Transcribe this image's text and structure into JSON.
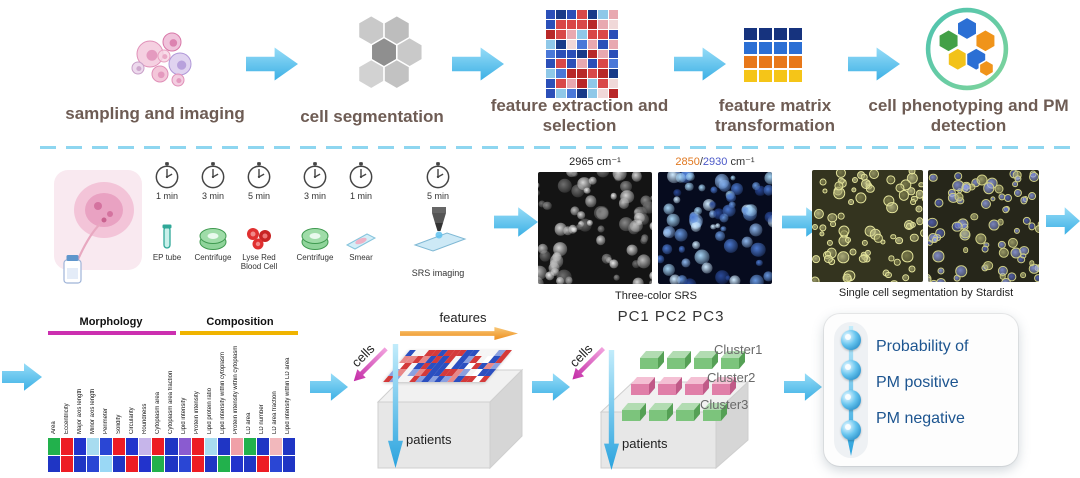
{
  "top": {
    "stages": [
      {
        "label": "sampling and imaging"
      },
      {
        "label": "cell segmentation"
      },
      {
        "label": "feature extraction and selection"
      },
      {
        "label": "feature matrix transformation"
      },
      {
        "label": "cell phenotyping and PM detection"
      }
    ]
  },
  "prep": {
    "steps": [
      {
        "time": "1 min",
        "label": "EP tube"
      },
      {
        "time": "3 min",
        "label": "Centrifuge"
      },
      {
        "time": "5 min",
        "label": "Lyse Red Blood Cell"
      },
      {
        "time": "3 min",
        "label": "Centrifuge"
      },
      {
        "time": "1 min",
        "label": "Smear"
      }
    ],
    "imaging": {
      "time": "5 min",
      "label": "SRS imaging"
    }
  },
  "srs": {
    "label_gray": "2965 cm⁻¹",
    "label_color_a": "2850",
    "label_color_sep": "/",
    "label_color_b": "2930",
    "label_color_unit": " cm⁻¹",
    "caption": "Three-color SRS",
    "img_gray": {
      "bg": "#141414",
      "palette": [
        "#ededed",
        "#bdbdbd",
        "#8a8a8a",
        "#d6d6d6",
        "#6f6f6f"
      ],
      "n": 72,
      "rmin": 5,
      "rmax": 15,
      "seed": 7
    },
    "img_color": {
      "bg": "#060b1e",
      "palette": [
        "#a6d4f5",
        "#4a78d0",
        "#2a4a9a",
        "#cfeaff",
        "#6898e0",
        "#8fb8ee"
      ],
      "n": 72,
      "rmin": 5,
      "rmax": 15,
      "seed": 21
    }
  },
  "segmentation": {
    "caption": "Single cell segmentation by Stardist",
    "img_a": {
      "bg": "#34341f",
      "palette": [
        "#c9c98f",
        "#a8a870",
        "#8b8b55"
      ],
      "n": 85,
      "rmin": 5,
      "rmax": 12,
      "seed": 33,
      "ring": "#e3e39a"
    },
    "img_b": {
      "bg": "#26261a",
      "palette": [
        "#5a6ac8",
        "#8e9ce8",
        "#b4b478",
        "#9aa8f0"
      ],
      "n": 85,
      "rmin": 5,
      "rmax": 12,
      "seed": 44,
      "ring": "#cfcf85"
    }
  },
  "features": {
    "groups": [
      {
        "name": "Morphology",
        "color": "#cc2fb0"
      },
      {
        "name": "Composition",
        "color": "#f0b400"
      }
    ],
    "labels": [
      "Area",
      "Eccentricity",
      "Major axis length",
      "Minor axis length",
      "Perimeter",
      "Solidity",
      "Circularity",
      "Roundness",
      "Cytoplasm area",
      "Cytoplasm area fraction",
      "Lipid intensity",
      "Protein intensity",
      "Lipid protein ratio",
      "Lipid intensity within cytoplasm",
      "Protein intensity within cytoplasm",
      "LD area",
      "LD number",
      "LD area fraction",
      "Lipid intensity within LD area"
    ],
    "heatmap": {
      "cols": 19,
      "gap": 1,
      "rows": [
        [
          "#22b14c",
          "#ed1c24",
          "#2233cc",
          "#a8dcf0",
          "#2a46d4",
          "#ed1c24",
          "#2233cc",
          "#c6b5ea",
          "#ed1c24",
          "#1f35c4",
          "#8a5bd0",
          "#ed1c24",
          "#a8dcf0",
          "#1f35c4",
          "#f0a0a8",
          "#22b14c",
          "#1f35c4",
          "#f2b8bc",
          "#1f35c4"
        ],
        [
          "#1f35c4",
          "#ed1c24",
          "#1f35c4",
          "#2a46d4",
          "#9ad8f5",
          "#1f35c4",
          "#ed1c24",
          "#2233cc",
          "#22b14c",
          "#1f35c4",
          "#2a46d4",
          "#ed1c24",
          "#1f35c4",
          "#22b14c",
          "#2233cc",
          "#1f35c4",
          "#ed1c24",
          "#2a46d4",
          "#1f35c4"
        ]
      ]
    }
  },
  "matrix": {
    "axis_cells": "cells",
    "axis_features": "features",
    "axis_patients": "patients",
    "plane": {
      "cols": 16,
      "count_rows": 5,
      "gap": 0,
      "seed": 11,
      "palette": [
        "#d43a3a",
        "#2b4fc0",
        "#f5f5f5",
        "#e88888",
        "#8aa0e0",
        "#d43a3a",
        "#2b4fc0",
        "#ffffff"
      ]
    }
  },
  "pca": {
    "header": "PC1 PC2 PC3",
    "axis_cells": "cells",
    "axis_patients": "patients",
    "clusters": [
      "Cluster1",
      "Cluster2",
      "Cluster3"
    ],
    "rows": [
      {
        "color": "green",
        "count": 4
      },
      {
        "color": "pink",
        "count": 4
      },
      {
        "color": "green",
        "count": 4
      }
    ]
  },
  "result": {
    "line1": "Probability of",
    "line2": "PM positive",
    "line3": "PM negative",
    "text_color": "#1d5590"
  },
  "icons": {
    "stage_heatmap": {
      "cols": 7,
      "count_rows": 9,
      "gap": 1,
      "seed": 5,
      "palette": [
        "#d94848",
        "#b82828",
        "#2b4fb8",
        "#8fc8e8",
        "#e8a8b0",
        "#4a78d8",
        "#f0d8d8",
        "#183a88",
        "#d94848",
        "#2b4fb8"
      ]
    },
    "stage_matrix": {
      "cols": 4,
      "gap": 2,
      "rows": [
        [
          "#16337e",
          "#16337e",
          "#16337e",
          "#16337e"
        ],
        [
          "#2b6fd4",
          "#2b6fd4",
          "#2b6fd4",
          "#2b6fd4"
        ],
        [
          "#e8781a",
          "#e8781a",
          "#e8781a",
          "#e8781a"
        ],
        [
          "#f5c518",
          "#f5c518",
          "#f5c518",
          "#f5c518"
        ]
      ]
    },
    "segmentation_hexes": [
      [
        36,
        20,
        16,
        "#c9c9c9"
      ],
      [
        64,
        20,
        16,
        "#bdbdbd"
      ],
      [
        50,
        44,
        16,
        "#8f8f8f"
      ],
      [
        78,
        44,
        16,
        "#c9c9c9"
      ],
      [
        36,
        68,
        16,
        "#d2d2d2"
      ],
      [
        64,
        68,
        16,
        "#c2c2c2"
      ]
    ],
    "phenotype_hexes": [
      [
        42,
        22,
        11,
        "#2b6fd4"
      ],
      [
        60,
        34,
        11,
        "#f0941a"
      ],
      [
        24,
        34,
        11,
        "#43a047"
      ],
      [
        33,
        52,
        11,
        "#f2c21a"
      ],
      [
        51,
        52,
        11,
        "#2b6fd4"
      ],
      [
        61,
        61,
        8,
        "#f0941a"
      ]
    ],
    "sampling_cells": [
      [
        28,
        32,
        13,
        "#f2c4da",
        "#e090b8"
      ],
      [
        50,
        20,
        9,
        "#ecb4d2",
        "#d878a8"
      ],
      [
        58,
        42,
        11,
        "#d8c8ec",
        "#b098d8"
      ],
      [
        38,
        52,
        8,
        "#f0b8d0",
        "#e090b8"
      ],
      [
        16,
        46,
        6,
        "#e8d0e8",
        "#c8a0c8"
      ],
      [
        56,
        58,
        6,
        "#f0c0d8",
        "#e090b8"
      ],
      [
        42,
        34,
        6,
        "#f6d4e4",
        "#e8a0c0"
      ]
    ]
  }
}
